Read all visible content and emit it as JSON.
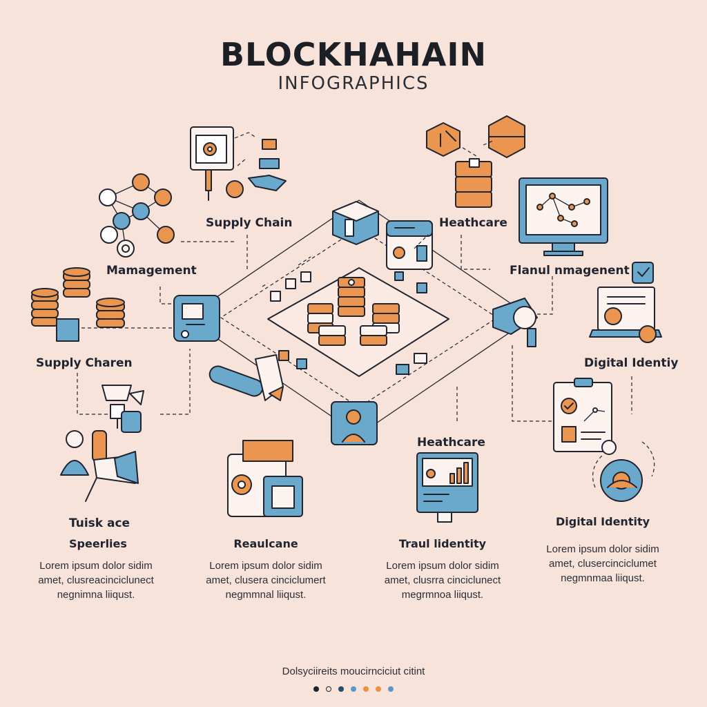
{
  "title": "BLOCKHAHAIN",
  "subtitle": "INFOGRAPHICS",
  "labels": {
    "supply_chain_top": "Supply Chain",
    "healthcare_top": "Heathcare",
    "management": "Mamagement",
    "financial_management": "Flanul nmagenent",
    "supply_chain_left": "Supply Charen",
    "digital_identity_right": "Digital Identiy",
    "healthcare_mid": "Heathcare",
    "tuisk_ace": "Tuisk ace",
    "speerlies": "Speerlies",
    "realcane": "Reaulcane",
    "travel_identity": "Traul lidentity",
    "digital_identity_bottom": "Digital Identity"
  },
  "columns": [
    {
      "heading": "Speerlies",
      "body": [
        "Lorem ipsum dolor sidim",
        "amet, clusreacinciclunect",
        "negnimna liiqust."
      ]
    },
    {
      "heading": "Reaulcane",
      "body": [
        "Lorem ipsum dolor sidim",
        "amet, clusera cinciclumert",
        "negmmnal liiqust."
      ]
    },
    {
      "heading": "Traul lidentity",
      "body": [
        "Lorem ipsum dolor sidim",
        "amet, clusrra cinciclunect",
        "megrmnoa liiqust."
      ]
    },
    {
      "heading": "Digital Identity",
      "body": [
        "Lorem ipsum dolor sidim",
        "amet, clusercinciclumet",
        "negmnmaa liiqust."
      ]
    }
  ],
  "footer": "Dolsyciireits moucirnciciut citint",
  "pager_dots": [
    "#1f2430",
    "ring",
    "#1f4e6e",
    "#5b9bc2",
    "#e8914a",
    "#e8914a",
    "#5b9bc2"
  ],
  "colors": {
    "background": "#f8e3da",
    "blue": "#6aa8cc",
    "orange": "#eb9650",
    "ink": "#1f2430",
    "paper": "#fdf3ee"
  }
}
